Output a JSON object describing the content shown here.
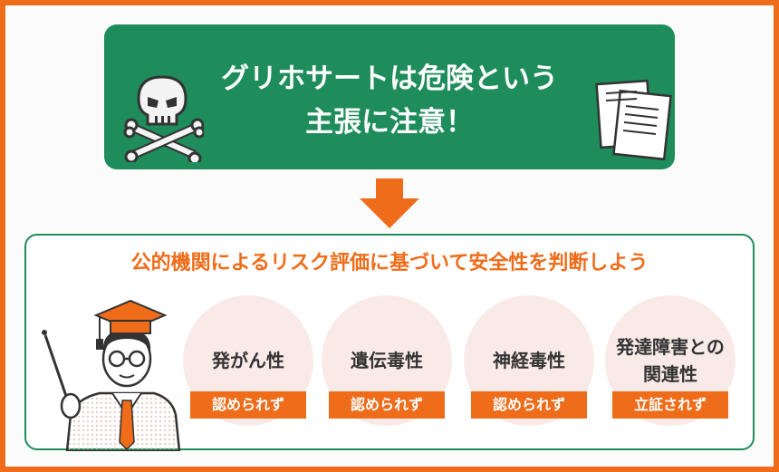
{
  "banner": {
    "title_line1": "グリホサートは危険という",
    "title_line2": "主張に注意！"
  },
  "panel": {
    "title": "公的機関によるリスク評価に基づいて安全性を判断しよう",
    "items": [
      {
        "label": "発がん性",
        "badge": "認められず"
      },
      {
        "label": "遺伝毒性",
        "badge": "認められず"
      },
      {
        "label": "神経毒性",
        "badge": "認められず"
      },
      {
        "label_line1": "発達障害との",
        "label_line2": "関連性",
        "badge": "立証されず"
      }
    ]
  },
  "colors": {
    "frame": "#ef6c1a",
    "banner": "#1e8d5b",
    "circle": "#f9eae7",
    "badge": "#ef6c1a"
  },
  "icons": [
    "skull-crossbones-icon",
    "documents-icon",
    "down-arrow-icon",
    "teacher-with-pointer-icon"
  ]
}
